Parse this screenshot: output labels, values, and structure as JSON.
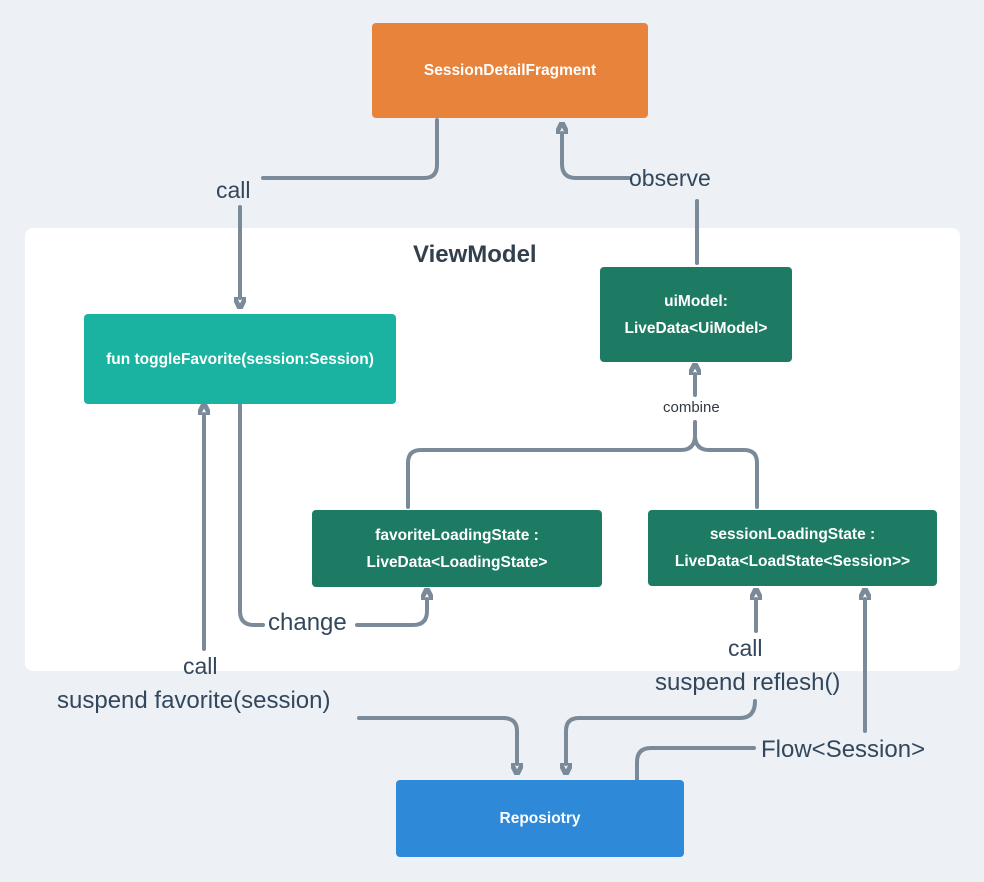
{
  "diagram_title": "ViewModel",
  "colors": {
    "background": "#edf1f5",
    "container": "#ffffff",
    "fragment_orange": "#e8833c",
    "function_teal": "#1ab2a0",
    "livedata_green": "#1e7b63",
    "repository_blue": "#2e89d8",
    "connector_grey": "#7b8a99",
    "label_text": "#33475c"
  },
  "nodes": {
    "fragment": {
      "label": "SessionDetailFragment"
    },
    "toggle_favorite": {
      "label": "fun toggleFavorite(session:Session)"
    },
    "ui_model": {
      "line1": "uiModel:",
      "line2": "LiveData<UiModel>"
    },
    "favorite_loading_state": {
      "line1": "favoriteLoadingState :",
      "line2": "LiveData<LoadingState>"
    },
    "session_loading_state": {
      "line1": "sessionLoadingState :",
      "line2": "LiveData<LoadState<Session>>"
    },
    "repository": {
      "label": "Reposiotry"
    }
  },
  "viewmodel": {
    "title": "ViewModel"
  },
  "edge_labels": {
    "call_top": "call",
    "observe": "observe",
    "combine": "combine",
    "change": "change",
    "call_bottom_left": "call",
    "suspend_favorite": "suspend favorite(session)",
    "call_bottom_right": "call",
    "suspend_reflesh": "suspend reflesh()",
    "flow_session": "Flow<Session>"
  }
}
